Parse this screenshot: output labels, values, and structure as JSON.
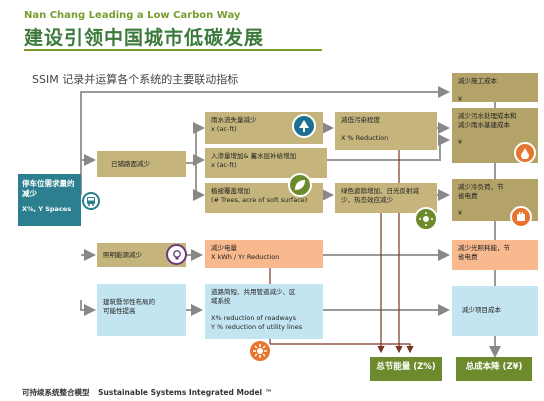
{
  "header": {
    "title_en": "Nan Chang Leading a Low Carbon Way",
    "title_cn": "建设引领中国城市低碳发展"
  },
  "subtitle": "SSIM 记录并运算各个系统的主要联动指标",
  "root": {
    "title": "停车位需求量的\n减少",
    "metric": "X%, Y Spaces"
  },
  "nodes": {
    "road_reduction": "已铺路面减少",
    "stormwater": "雨水流失量减少\nx (ac-ft)",
    "infiltration": "入渗量增加& 蓄水层补给增加\nx (ac-ft)",
    "vegetation": "植被覆盖增加\n(# Trees, acre of soft surface)",
    "pollution": "减低污染程度\n\nX % Reduction",
    "heat_island": "绿色遮荫增加、日光反射减\n少、热岛效应减少",
    "lighting": "照明能源减少",
    "electricity": "减少电量\nX kWh / Yr Reduction",
    "building": "建筑暨邻性布局的\n可能性提高",
    "utilities": "道路简短、共用管道减少、区\n域系统\n\nX% reduction of roadways\nY % reduction of utility lines"
  },
  "outcomes": {
    "construction": "减少施工成本\n\n¥",
    "water_cost": "减少污水处理成本和\n减少雨水基建成本\n\n¥",
    "cooling": "减少冷负荷，节\n省电费\n\n¥",
    "light_bill": "减少光照耗能，节\n省电费",
    "project_cost": "减少项目成本"
  },
  "totals": {
    "energy": "总节能量 (Z%)",
    "cost": "总成本降 (Z¥)"
  },
  "footer": {
    "cn": "可持续系统整合模型",
    "en": "Sustainable Systems Integrated Model ™"
  },
  "icons": [
    "tree-icon",
    "water-drop-icon",
    "bus-icon",
    "bulb-icon",
    "leaf-icon",
    "sun-icon",
    "power-icon",
    "cog-icon"
  ],
  "colors": {
    "olive": "#c5b57c",
    "teal": "#2b7f8e",
    "orange": "#f7b98d",
    "blue": "#c3e5f2",
    "green": "#6d8b2c",
    "brown_line": "#7a3326"
  }
}
